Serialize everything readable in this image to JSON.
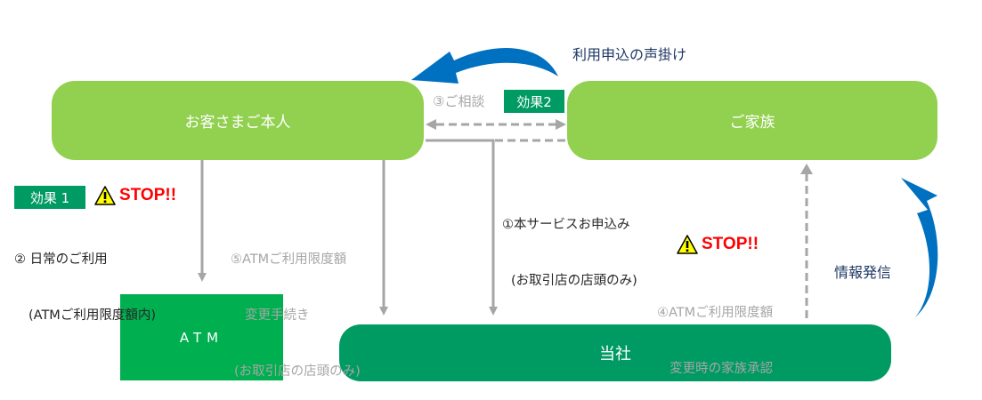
{
  "nodes": {
    "customer": "お客さまご本人",
    "family": "ご家族",
    "atm": "ATM",
    "company": "当社"
  },
  "badges": {
    "effect1": "効果 1",
    "effect2": "効果2"
  },
  "labels": {
    "consult": "③ご相談",
    "apply_call": "利用申込の声掛け",
    "info_send": "情報発信",
    "daily_use_line1": "② 日常のご利用",
    "daily_use_line2": "(ATMご利用限度額内)",
    "limit_change_line1": "⑤ATMご利用限度額",
    "limit_change_line2": "変更手続き",
    "limit_change_line3": "(お取引店の店頭のみ)",
    "service_apply_line1": "①本サービスお申込み",
    "service_apply_line2": "(お取引店の店頭のみ)",
    "family_approval_line1": "④ATMご利用限度額",
    "family_approval_line2": "変更時の家族承認",
    "stop1": "STOP!!",
    "stop2": "STOP!!"
  },
  "icons": {
    "warning": "warning-triangle-icon",
    "curved_arrow": "curved-arrow-icon"
  },
  "colors": {
    "light_green": "#92d050",
    "green": "#00b050",
    "dark_green": "#009a63",
    "blue_arrow": "#0070c0",
    "stop_red": "#ff0000",
    "gray": "#a6a6a6"
  }
}
